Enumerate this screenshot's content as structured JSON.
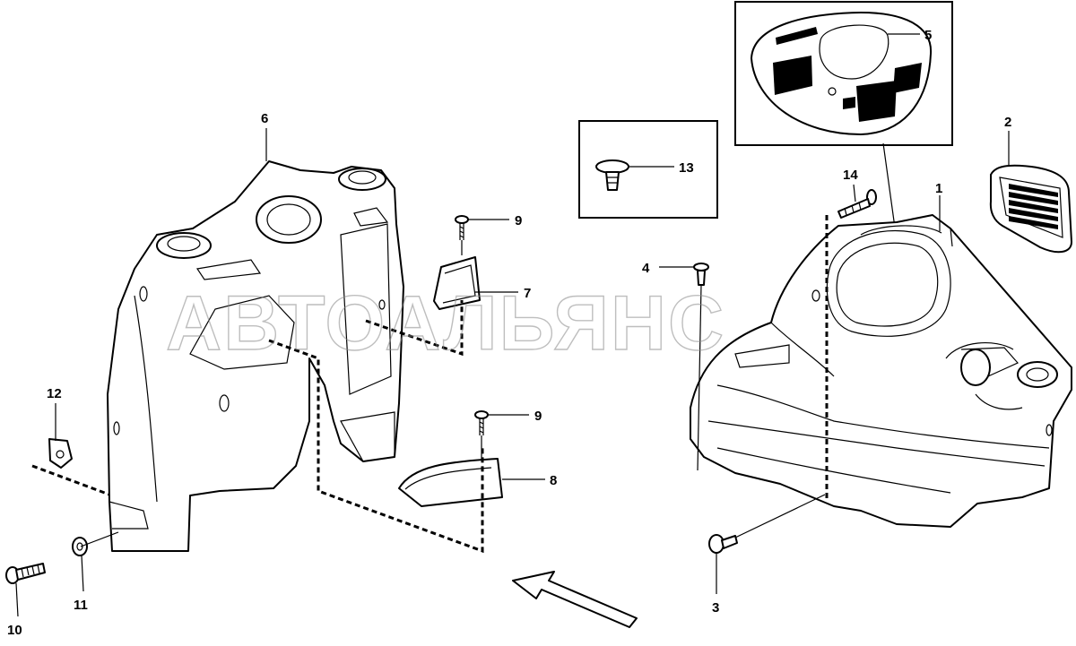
{
  "watermark": "АВТОАЛЬЯНС",
  "callouts": [
    "1",
    "2",
    "3",
    "4",
    "5",
    "6",
    "7",
    "8",
    "9",
    "9",
    "10",
    "11",
    "12",
    "13",
    "14"
  ]
}
